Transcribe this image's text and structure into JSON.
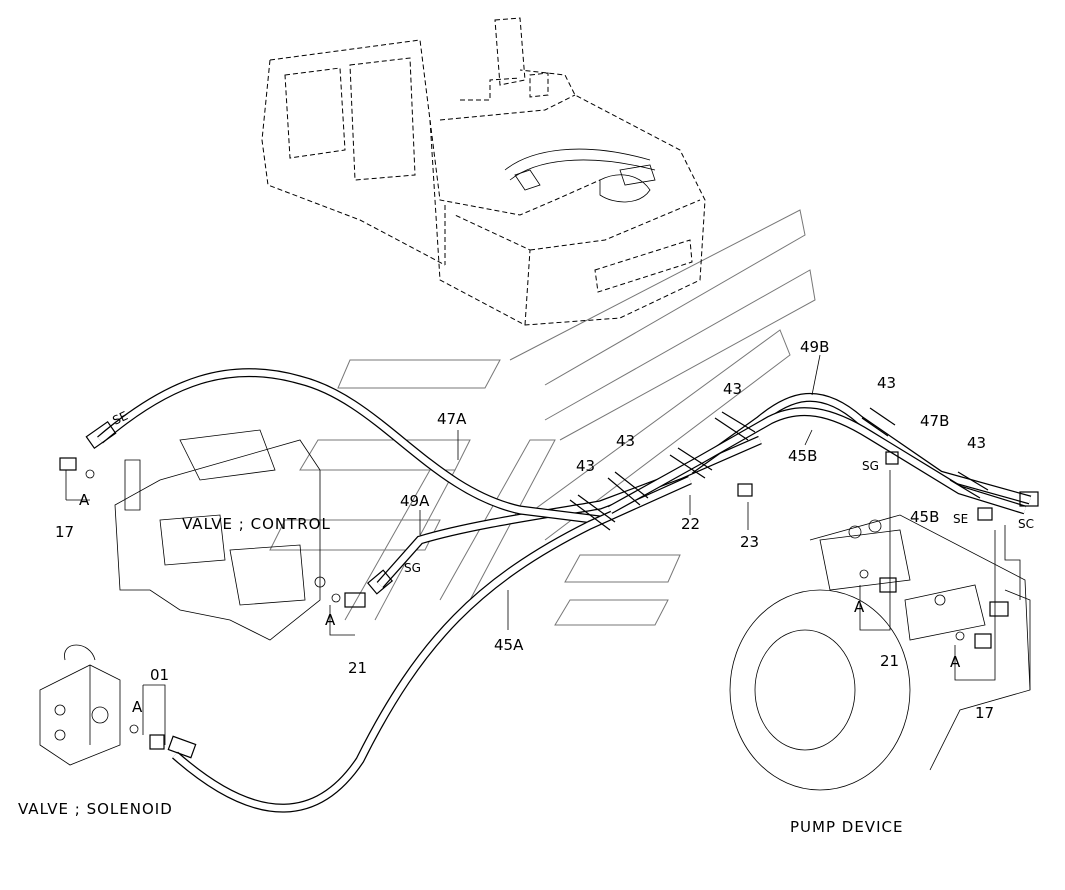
{
  "labels": {
    "se_left": "SE",
    "sg_left": "SG",
    "p47a": "47A",
    "p49a": "49A",
    "p45a": "45A",
    "p49b": "49B",
    "p47b": "47B",
    "p45b_top": "45B",
    "p45b_right": "45B",
    "p43_a": "43",
    "p43_b": "43",
    "p43_c": "43",
    "p43_d": "43",
    "p43_e": "43",
    "p22": "22",
    "p23": "23",
    "p17_left": "17",
    "p17_right": "17",
    "p21_left": "21",
    "p21_right": "21",
    "p01": "01",
    "a_left": "A",
    "a_mid": "A",
    "a_sol": "A",
    "a_pump1": "A",
    "a_pump2": "A",
    "sg_right": "SG",
    "se_right": "SE",
    "sc_right": "SC"
  },
  "captions": {
    "control_valve": "VALVE ; CONTROL",
    "solenoid_valve": "VALVE ; SOLENOID",
    "pump_device": "PUMP DEVICE"
  }
}
